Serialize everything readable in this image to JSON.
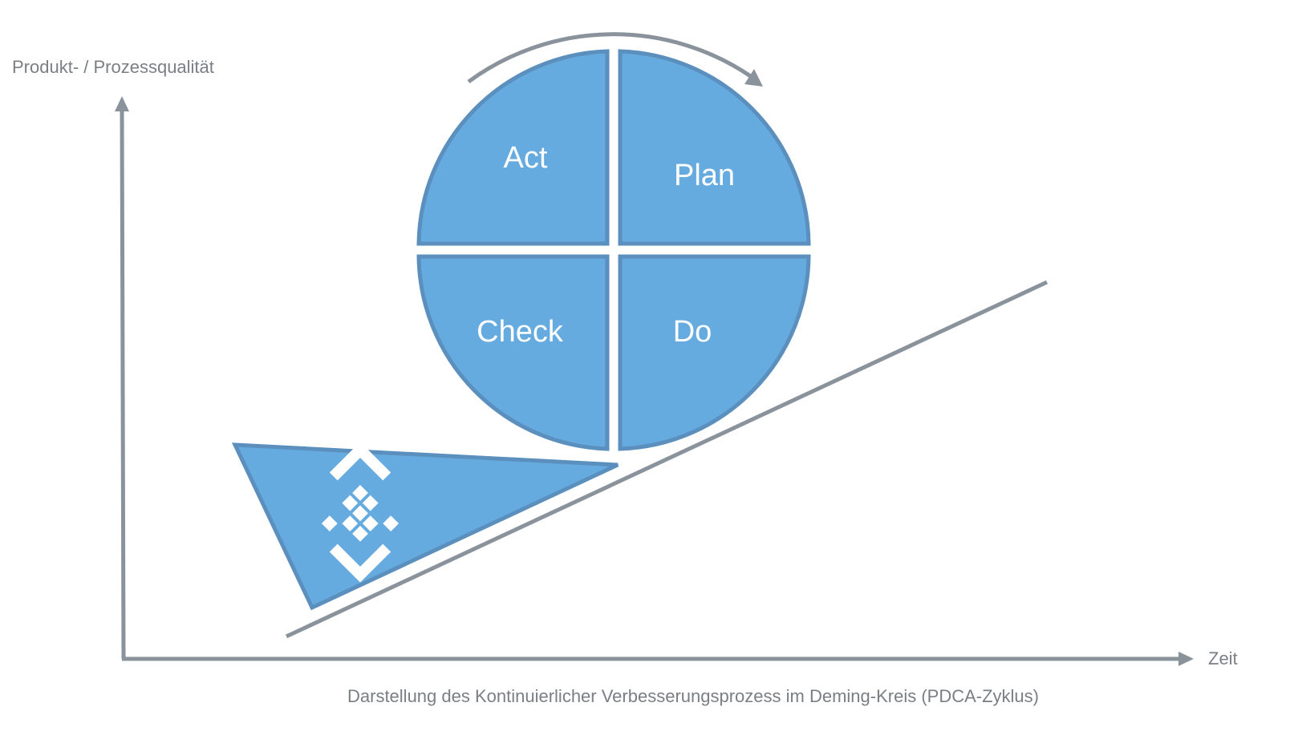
{
  "diagram": {
    "y_axis_label": "Produkt- / Prozessqualität",
    "x_axis_label": "Zeit",
    "caption": "Darstellung des Kontinuierlicher Verbesserungsprozess im Deming-Kreis (PDCA-Zyklus)",
    "quadrants": {
      "act": "Act",
      "plan": "Plan",
      "check": "Check",
      "do": "Do"
    }
  },
  "colors": {
    "quadrant_fill": "#65abe0",
    "quadrant_stroke": "#5b8fbd",
    "axis_gray": "#8a939b",
    "text_gray": "#7a7f84",
    "label_white": "#ffffff"
  },
  "icons": {
    "wedge_logo": "interlocking-diamond-logo",
    "cycle_arrow": "clockwise-arc-arrow"
  }
}
